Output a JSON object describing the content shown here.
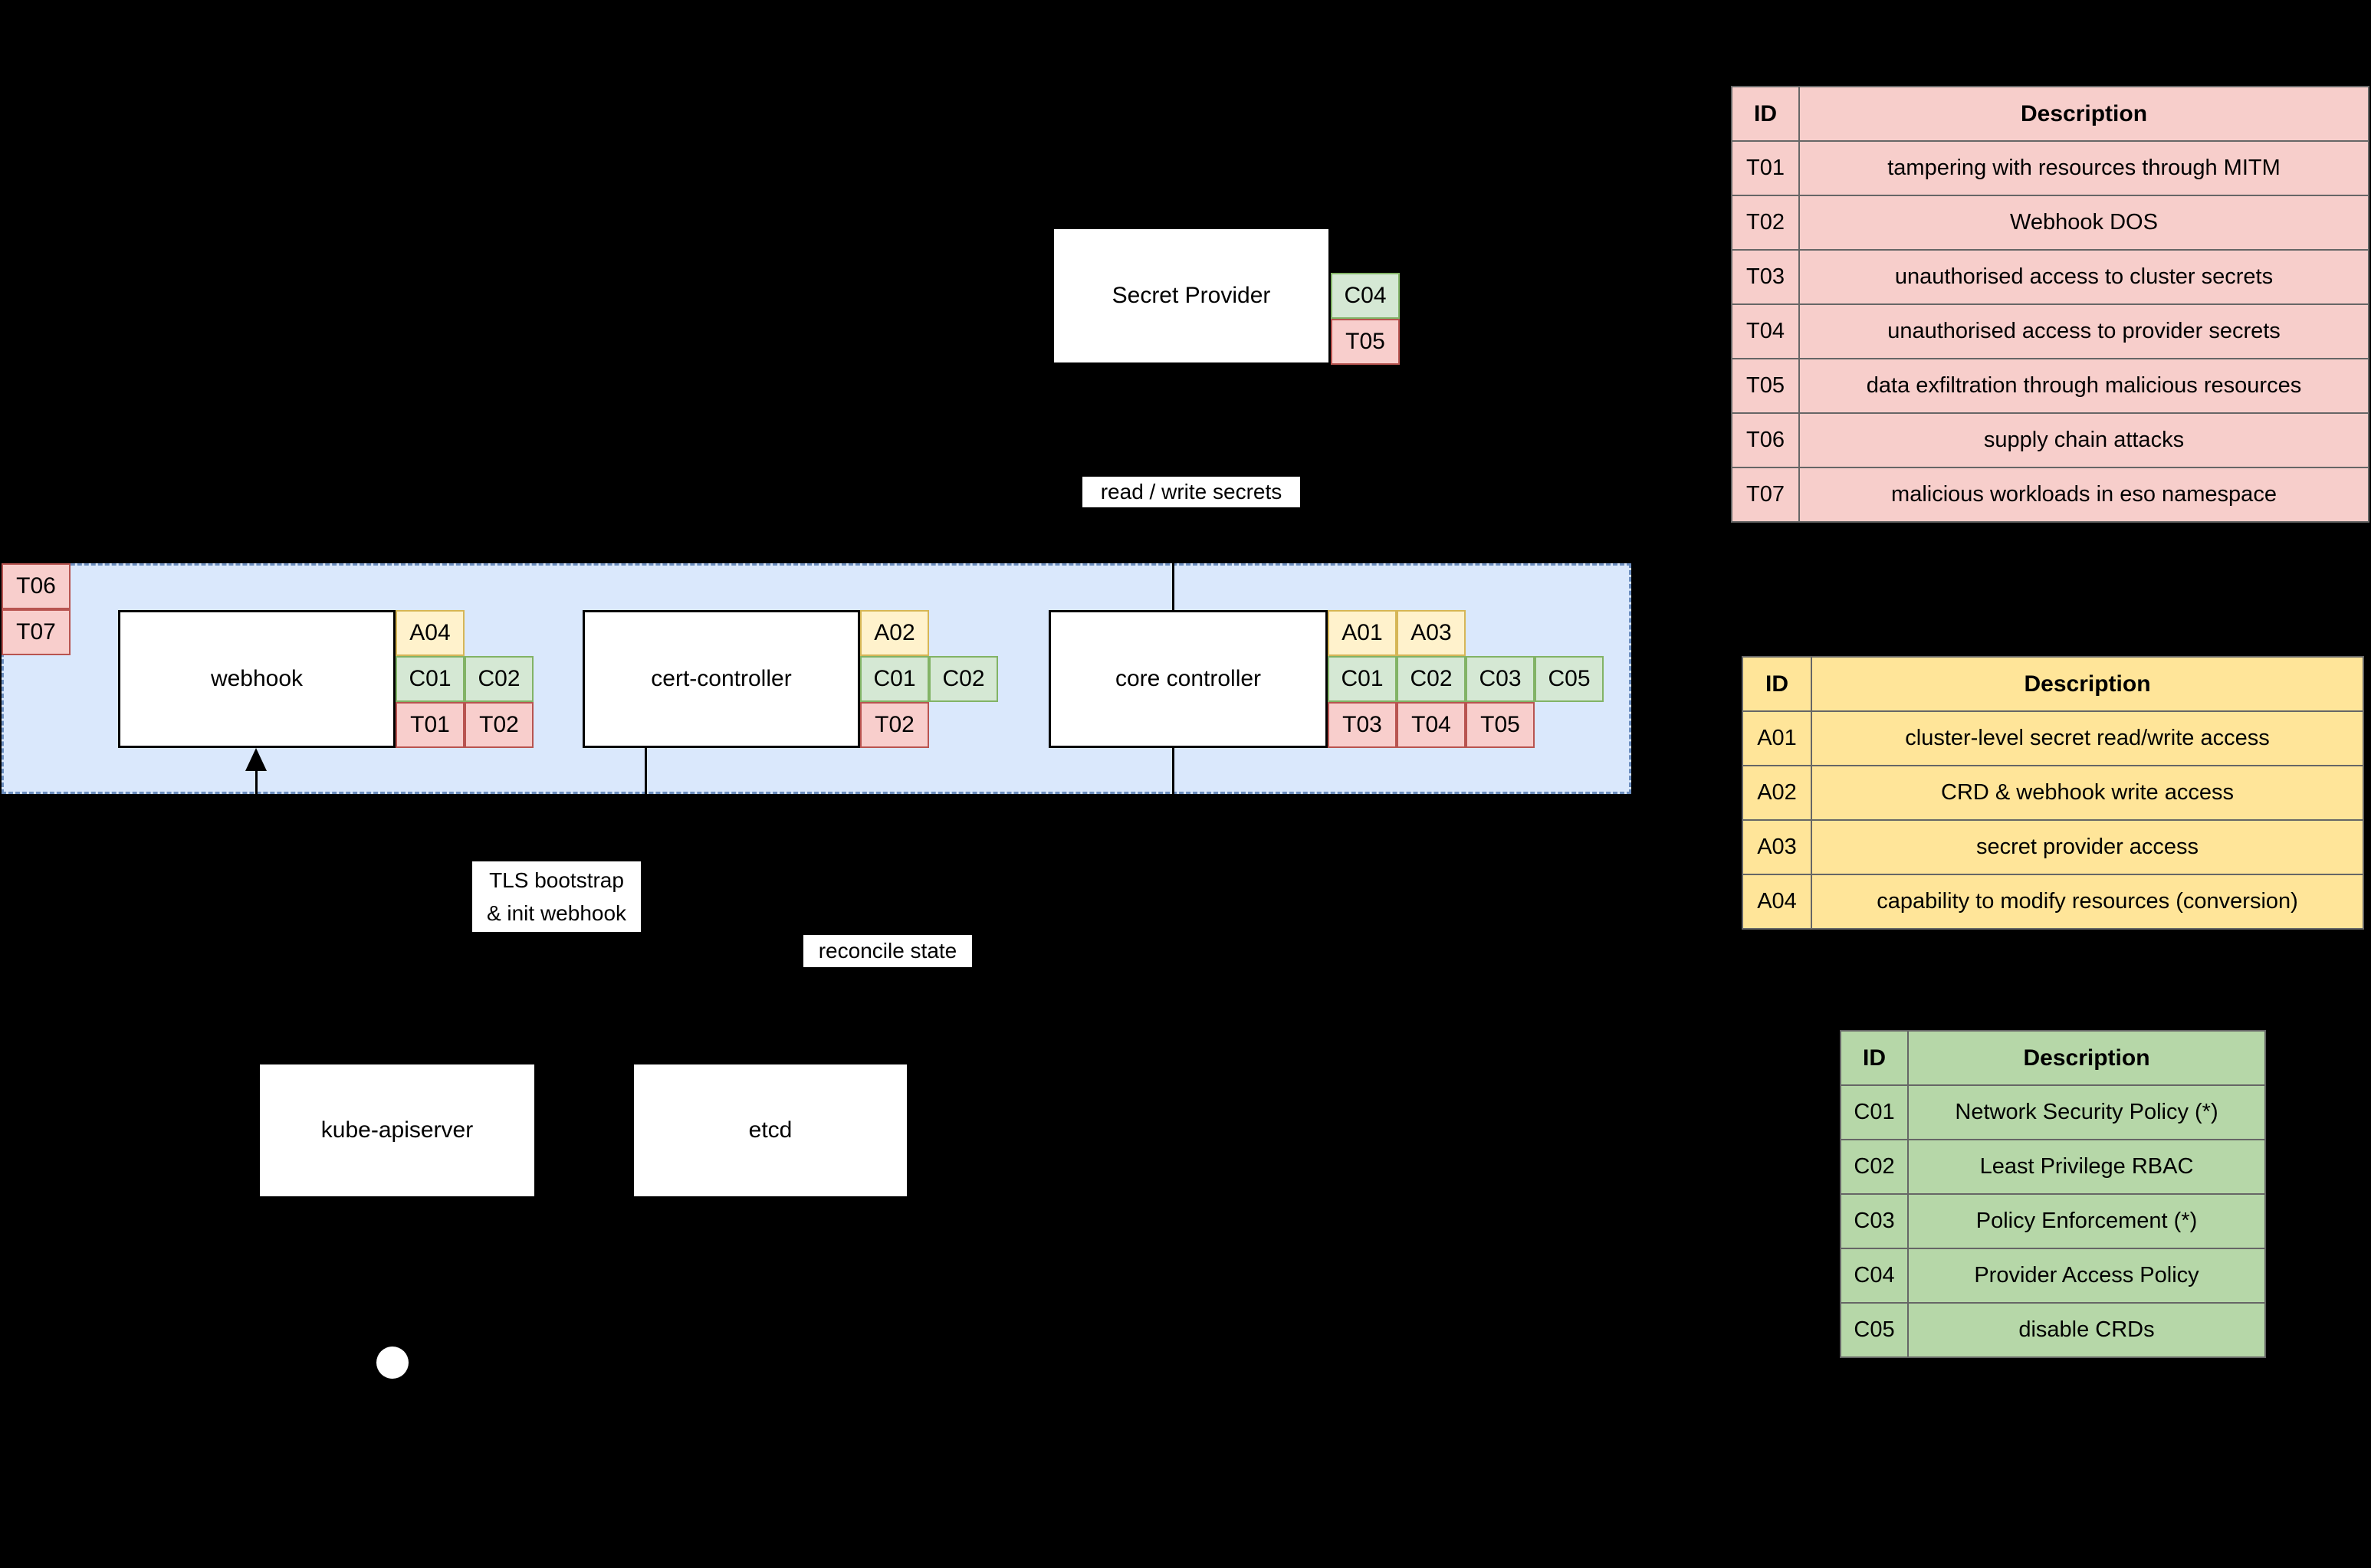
{
  "colors": {
    "background": "#000000",
    "node_fill": "#ffffff",
    "node_border": "#000000",
    "group_fill": "#dae8fc",
    "group_border": "#6c8ebf",
    "tag_access_fill": "#fff2cc",
    "tag_access_border": "#d6b656",
    "tag_control_fill": "#d5e8d4",
    "tag_control_border": "#82b366",
    "tag_threat_fill": "#f8cecc",
    "tag_threat_border": "#b85450",
    "table_threats_fill": "#f7cecb",
    "table_access_fill": "#ffe599",
    "table_controls_fill": "#b6d7a8",
    "table_border": "#666666"
  },
  "nodes": {
    "secret_provider": "Secret Provider",
    "webhook": "webhook",
    "cert_controller": "cert-controller",
    "core_controller": "core controller",
    "kube_apiserver": "kube-apiserver",
    "etcd": "etcd"
  },
  "tags": {
    "secret_provider": [
      "C04",
      "T05"
    ],
    "group": [
      "T06",
      "T07"
    ],
    "webhook": [
      "A04",
      "C01",
      "C02",
      "T01",
      "T02"
    ],
    "cert_controller": [
      "A02",
      "C01",
      "C02",
      "T02"
    ],
    "core_controller": [
      "A01",
      "A03",
      "C01",
      "C02",
      "C03",
      "C05",
      "T03",
      "T04",
      "T05"
    ]
  },
  "edge_labels": {
    "read_write_secrets": "read / write secrets",
    "tls_bootstrap_line1": "TLS bootstrap",
    "tls_bootstrap_line2": "& init webhook",
    "reconcile_state": "reconcile state"
  },
  "tables": {
    "threats": {
      "id_header": "ID",
      "description_header": "Description",
      "rows": [
        {
          "id": "T01",
          "description": "tampering with resources through MITM"
        },
        {
          "id": "T02",
          "description": "Webhook DOS"
        },
        {
          "id": "T03",
          "description": "unauthorised access to cluster secrets"
        },
        {
          "id": "T04",
          "description": "unauthorised access to provider secrets"
        },
        {
          "id": "T05",
          "description": "data exfiltration through malicious resources"
        },
        {
          "id": "T06",
          "description": "supply chain attacks"
        },
        {
          "id": "T07",
          "description": "malicious workloads in eso namespace"
        }
      ]
    },
    "access": {
      "id_header": "ID",
      "description_header": "Description",
      "rows": [
        {
          "id": "A01",
          "description": "cluster-level secret read/write access"
        },
        {
          "id": "A02",
          "description": "CRD & webhook write access"
        },
        {
          "id": "A03",
          "description": "secret provider access"
        },
        {
          "id": "A04",
          "description": "capability to modify resources (conversion)"
        }
      ]
    },
    "controls": {
      "id_header": "ID",
      "description_header": "Description",
      "rows": [
        {
          "id": "C01",
          "description": "Network Security Policy (*)"
        },
        {
          "id": "C02",
          "description": "Least Privilege RBAC"
        },
        {
          "id": "C03",
          "description": "Policy Enforcement (*)"
        },
        {
          "id": "C04",
          "description": "Provider Access Policy"
        },
        {
          "id": "C05",
          "description": "disable CRDs"
        }
      ]
    }
  }
}
